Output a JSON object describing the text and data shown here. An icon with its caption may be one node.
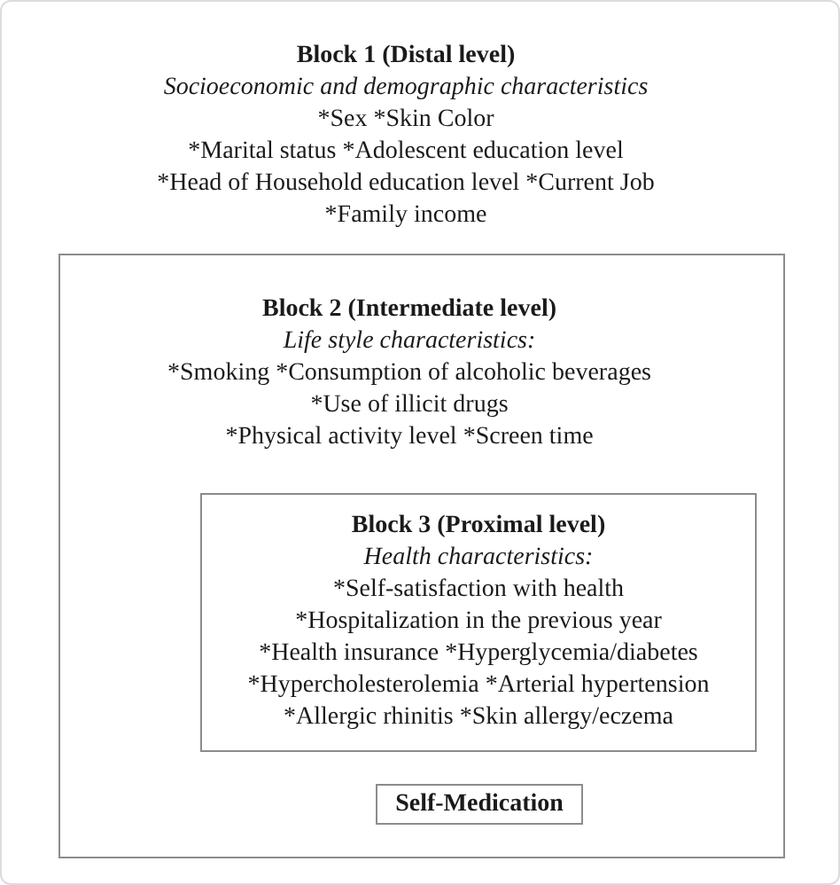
{
  "diagram": {
    "nodes": [
      {
        "text": [
          "Block 1 (Distal level)",
          "Socioeconomic and demographic characteristics",
          "*Sex *Skin Color",
          "*Marital status *Adolescent education level",
          "*Head of Household education level *Current Job",
          "*Family income"
        ]
      },
      {
        "text": [
          "Block 2 (Intermediate level)",
          "Life style characteristics:",
          "*Smoking *Consumption of alcoholic beverages",
          "*Use of illicit drugs",
          "*Physical activity level *Screen time"
        ],
        "in": 0
      },
      {
        "text": [
          "Block 3 (Proximal level)",
          "Health characteristics:",
          "*Self-satisfaction with health",
          "*Hospitalization in the previous year",
          "*Health insurance *Hyperglycemia/diabetes",
          "*Hypercholesterolemia *Arterial hypertension",
          "*Allergic rhinitis *Skin allergy/eczema"
        ],
        "in": 1
      },
      {
        "text": [
          "Self-Medication"
        ],
        "in": 1
      }
    ]
  }
}
